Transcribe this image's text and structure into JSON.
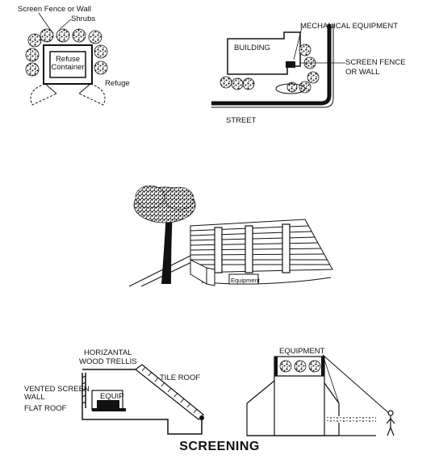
{
  "labels": {
    "screen_fence_or_wall": "Screen Fence or Wall",
    "shrubs": "Shrubs",
    "refuse_container_line1": "Refuse",
    "refuse_container_line2": "Container",
    "refuge": "Refuge",
    "mechanical_equipment": "MECHANICAL EQUIPMENT",
    "building": "BUILDING",
    "screen_fence_line1": "SCREEN FENCE",
    "screen_fence_line2": "OR WALL",
    "street": "STREET",
    "equipment_small": "Equipment",
    "horizontal_line1": "HORIZANTAL",
    "horizontal_line2": "WOOD TRELLIS",
    "tile_roof": "TILE ROOF",
    "vented_line1": "VENTED SCREEN",
    "vented_line2": "WALL",
    "flat_roof": "FLAT ROOF",
    "equip": "EQUIP",
    "equipment_upper": "EQUIPMENT"
  },
  "title": "SCREENING",
  "colors": {
    "ink": "#111111",
    "paper": "#ffffff"
  }
}
